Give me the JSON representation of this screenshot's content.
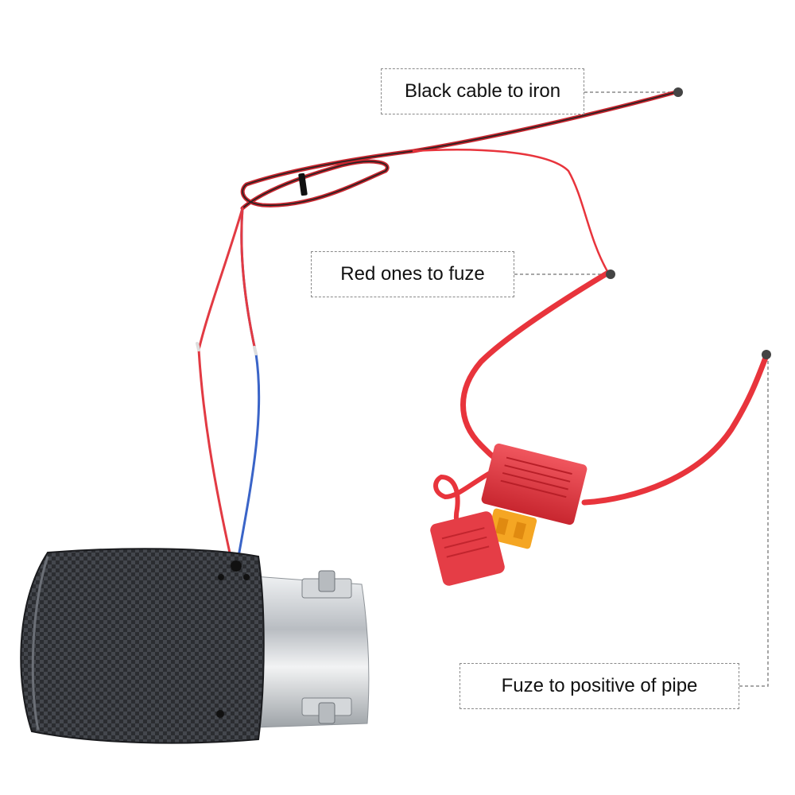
{
  "labels": {
    "black_cable": "Black cable to iron",
    "red_ones": "Red ones to fuze",
    "fuze_positive": "Fuze to positive of pipe"
  },
  "colors": {
    "wire_red": "#e8343c",
    "wire_black": "#222222",
    "wire_blue": "#3a64c8",
    "fuse_holder_red": "#e23a43",
    "fuse_orange": "#f5a623",
    "carbon_dark": "#2a2c30",
    "steel": "#c9cccf",
    "leader_line": "#8a8a8a"
  }
}
